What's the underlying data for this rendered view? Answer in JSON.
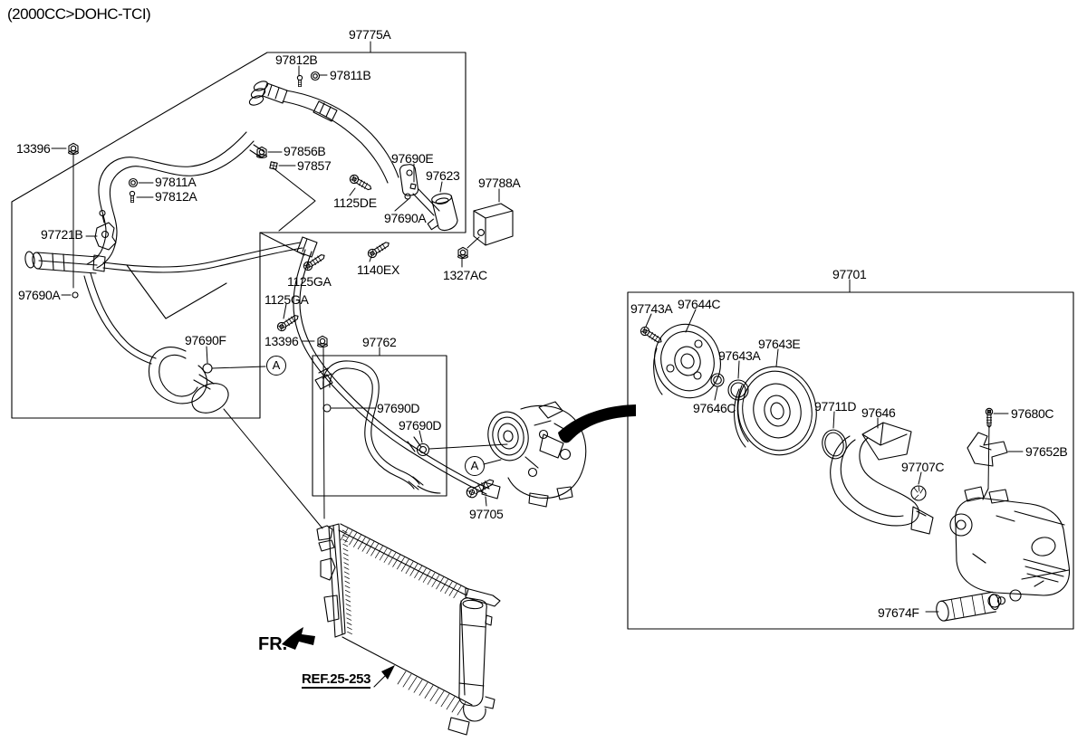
{
  "title": "(2000CC>DOHC-TCI)",
  "markers": {
    "connection": "A"
  },
  "notes": {
    "front": "FR.",
    "condenser_ref": "REF.25-253"
  },
  "labels": {
    "p97775a": "97775A",
    "p97812b": "97812B",
    "p97811b": "97811B",
    "p13396_1": "13396",
    "p97856b": "97856B",
    "p97857": "97857",
    "p97690e": "97690E",
    "p97623": "97623",
    "p97788a": "97788A",
    "p97811a": "97811A",
    "p97812a": "97812A",
    "p1125de": "1125DE",
    "p97690a_1": "97690A",
    "p97721b": "97721B",
    "p97690a_2": "97690A",
    "p1125ga_1": "1125GA",
    "p1140ex": "1140EX",
    "p1327ac": "1327AC",
    "p1125ga_2": "1125GA",
    "p97690f": "97690F",
    "p13396_2": "13396",
    "p97762": "97762",
    "p97690d_1": "97690D",
    "p97690d_2": "97690D",
    "p97705": "97705",
    "p97701": "97701",
    "p97743a": "97743A",
    "p97644c": "97644C",
    "p97643e": "97643E",
    "p97643a": "97643A",
    "p97646c": "97646C",
    "p97711d": "97711D",
    "p97646": "97646",
    "p97680c": "97680C",
    "p97652b": "97652B",
    "p97707c": "97707C",
    "p97674f": "97674F"
  },
  "colors": {
    "ink": "#000000",
    "background": "#ffffff"
  }
}
